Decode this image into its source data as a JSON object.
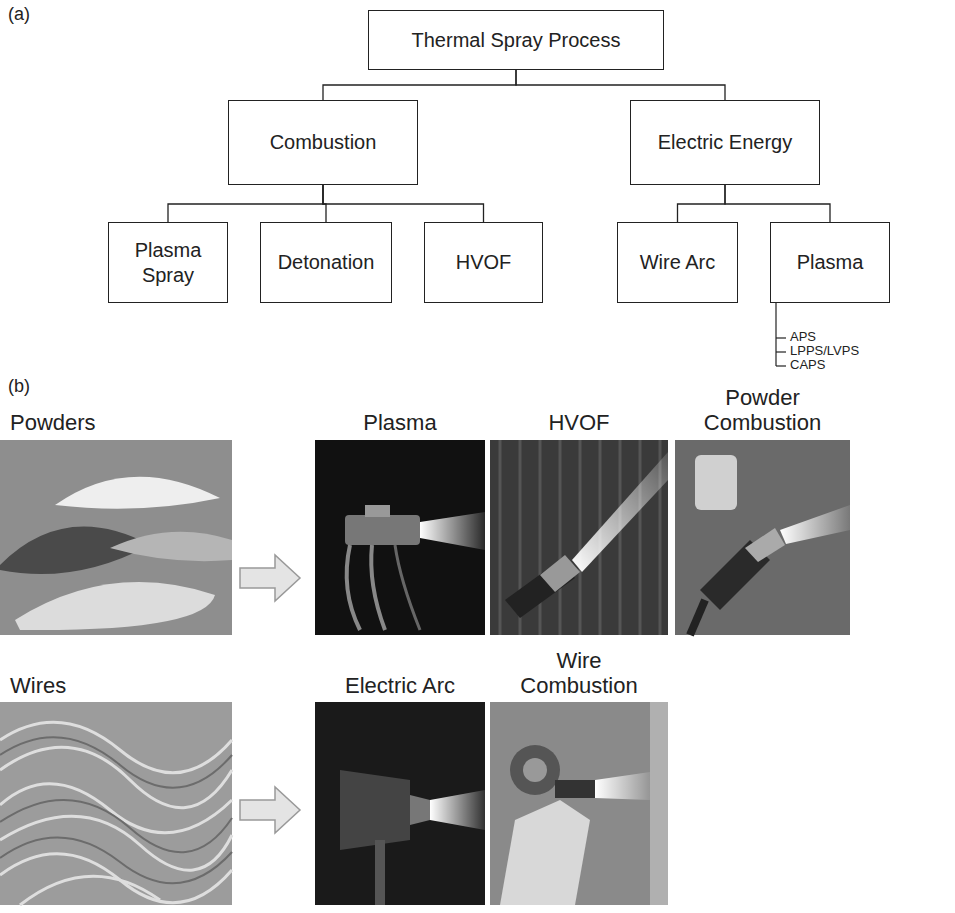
{
  "diagram": {
    "nodes": [
      {
        "text": [
          "Thermal Spray Process"
        ]
      },
      {
        "text": [
          "Combustion"
        ]
      },
      {
        "text": [
          "Electric Energy"
        ]
      },
      {
        "text": [
          "Plasma Spray"
        ]
      },
      {
        "text": [
          "Detonation"
        ]
      },
      {
        "text": [
          "HVOF"
        ]
      },
      {
        "text": [
          "Wire Arc"
        ]
      },
      {
        "text": [
          "Plasma"
        ]
      }
    ],
    "edges": [
      {
        "from": 0,
        "to": 1,
        "arrow": "none"
      },
      {
        "from": 0,
        "to": 2,
        "arrow": "none"
      },
      {
        "from": 1,
        "to": 3,
        "arrow": "none"
      },
      {
        "from": 1,
        "to": 4,
        "arrow": "none"
      },
      {
        "from": 1,
        "to": 5,
        "arrow": "none"
      },
      {
        "from": 2,
        "to": 6,
        "arrow": "none"
      },
      {
        "from": 2,
        "to": 7,
        "arrow": "none"
      }
    ],
    "labels": [
      "(a)",
      "APS",
      "LPPS/LVPS",
      "CAPS",
      "(b)",
      "Powders",
      "Plasma",
      "HVOF",
      "Powder Combustion",
      "Wires",
      "Electric Arc",
      "Wire Combustion"
    ]
  }
}
